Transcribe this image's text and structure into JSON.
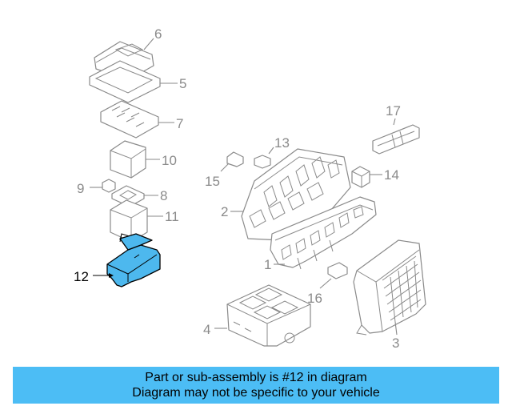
{
  "diagram": {
    "highlighted_part": "12",
    "highlight_color": "#4cbdf5",
    "callouts": [
      "6",
      "5",
      "7",
      "10",
      "9",
      "8",
      "11",
      "12",
      "17",
      "13",
      "15",
      "14",
      "2",
      "1",
      "16",
      "4",
      "3"
    ]
  },
  "banner": {
    "line1": "Part or sub-assembly is #12 in diagram",
    "line2": "Diagram may not be specific to your vehicle",
    "background": "#4cbdf5"
  }
}
